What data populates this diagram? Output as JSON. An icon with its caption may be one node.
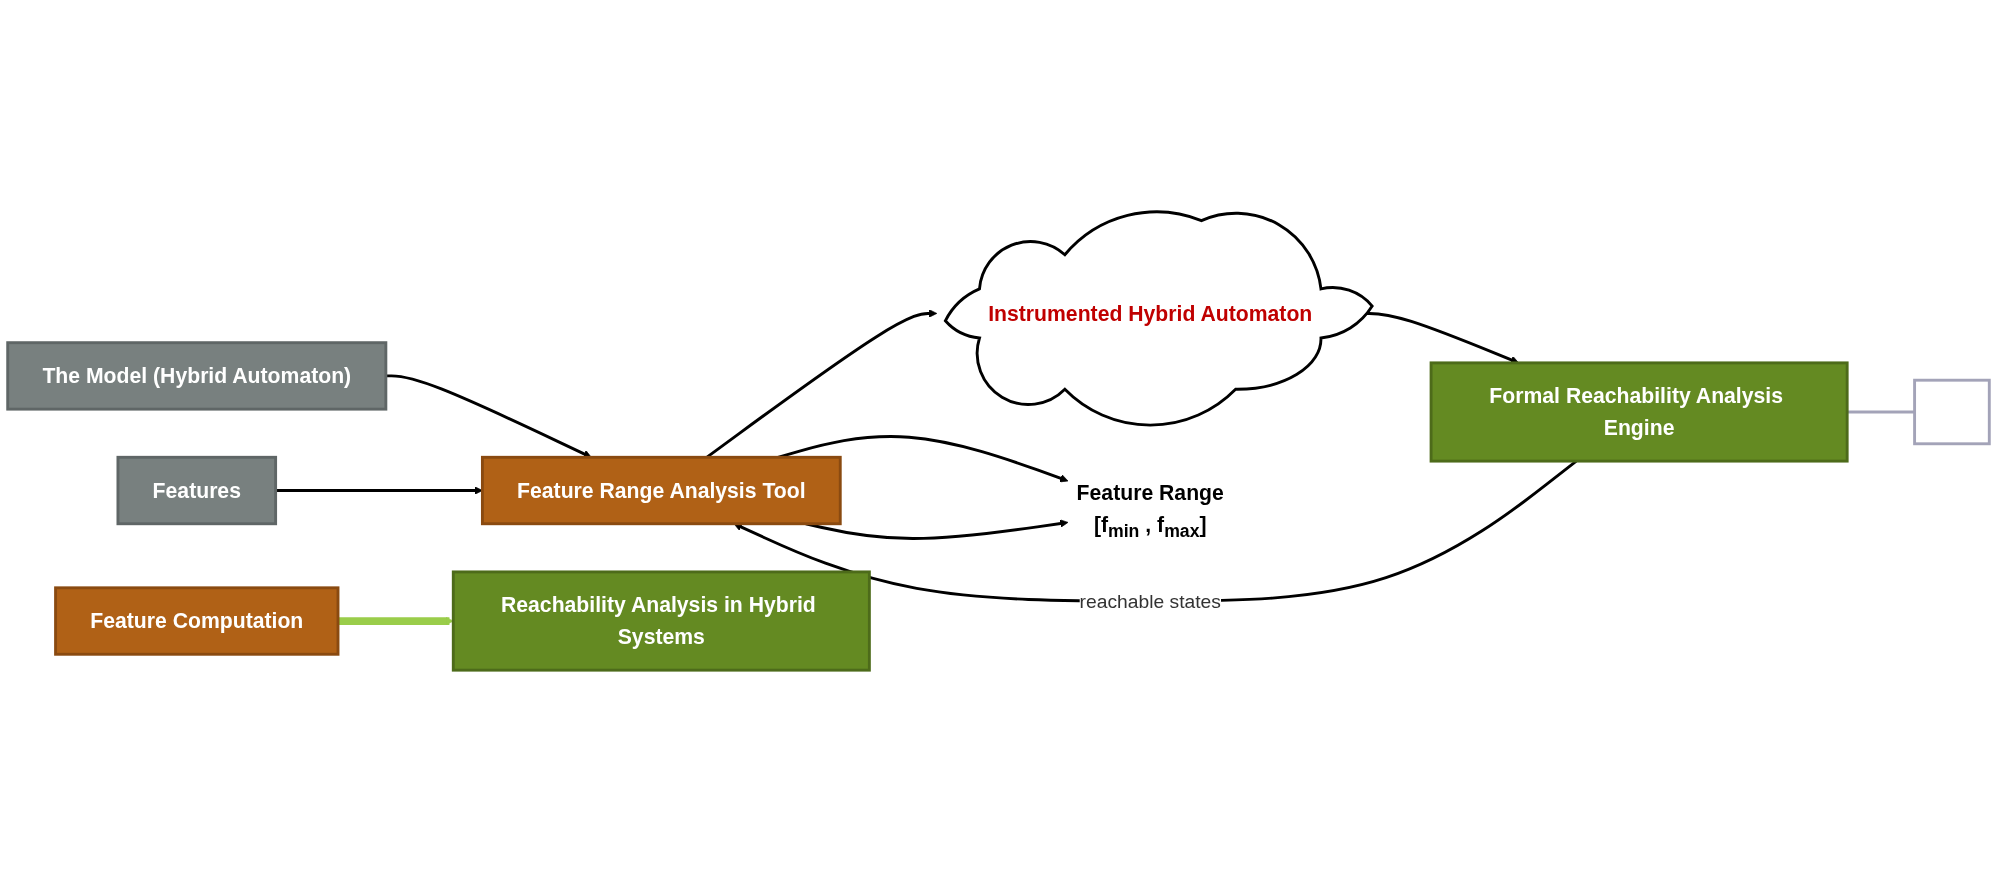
{
  "diagram": {
    "nodes": [
      {
        "text": [
          "Feature Computation"
        ]
      },
      {
        "text": [
          "Reachability Analysis in Hybrid Systems"
        ]
      },
      {
        "text": [
          "The Model (Hybrid Automaton)"
        ]
      },
      {
        "text": [
          "Features"
        ]
      },
      {
        "text": [
          "Feature Range Analysis Tool"
        ]
      },
      {
        "text": [
          "Instrumented Hybrid Automaton"
        ]
      },
      {
        "text": [
          "Formal Reachability Analysis Engine"
        ]
      },
      {
        "text": [],
        "shape": "box"
      },
      {
        "text": [
          "Feature Range",
          "[f$_{min}$ , f$_{max}$]"
        ]
      }
    ],
    "edges": [
      {
        "from": 0,
        "to": 1,
        "arrow": "to",
        "style": "thick",
        "color": "#9acd4a"
      },
      {
        "from": 2,
        "to": 4,
        "arrow": "to"
      },
      {
        "from": 3,
        "to": 4,
        "arrow": "to"
      },
      {
        "from": 4,
        "to": 5,
        "arrow": "to"
      },
      {
        "from": 5,
        "to": 6,
        "arrow": "to"
      },
      {
        "from": 6,
        "to": 4,
        "arrow": "to",
        "label": "reachable states"
      },
      {
        "from": 4,
        "to": 8,
        "arrow": "to"
      },
      {
        "from": 4,
        "to": 8,
        "arrow": "to"
      },
      {
        "from": 6,
        "to": 7,
        "arrow": "none",
        "color": "#a3a3b8"
      }
    ]
  }
}
